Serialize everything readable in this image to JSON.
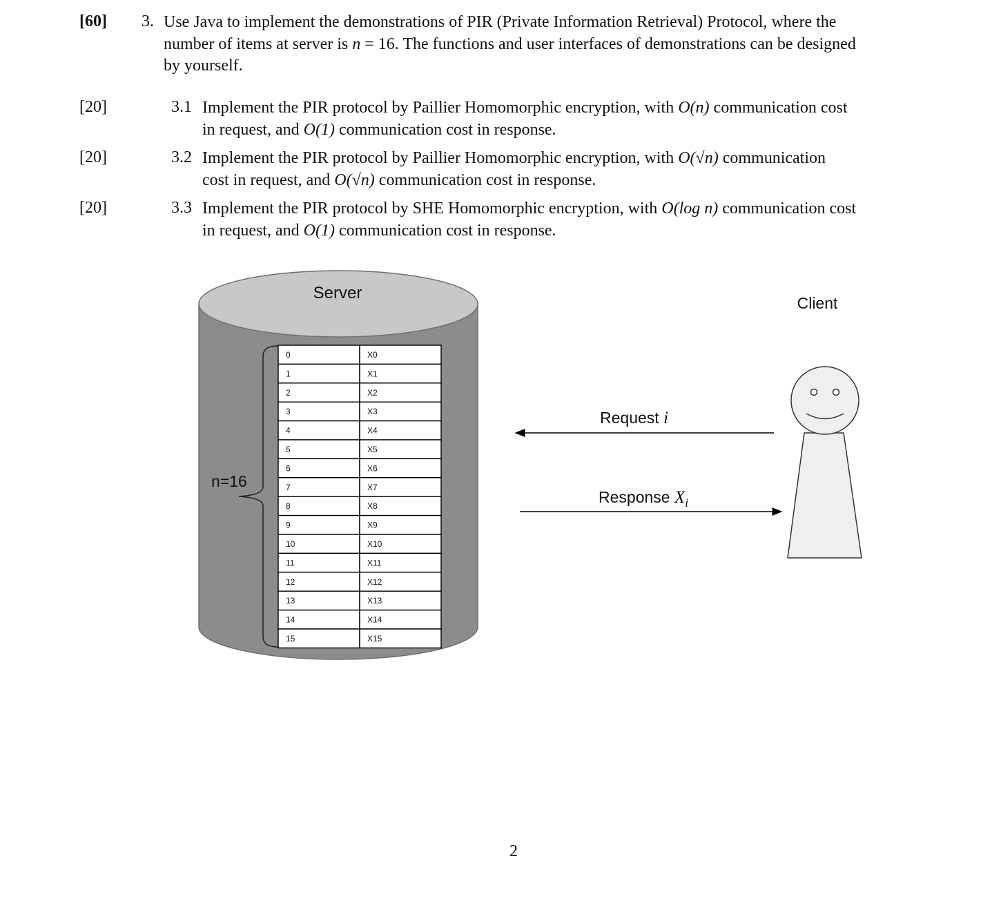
{
  "question": {
    "marks": "[60]",
    "number": "3.",
    "line1": "Use Java to implement the demonstrations of PIR (Private Information Retrieval) Protocol, where the",
    "line2a": "number of items at server is ",
    "line2_n": "n",
    "line2b": " = 16. The functions and user interfaces of demonstrations can be designed",
    "line3": "by yourself."
  },
  "subquestions": [
    {
      "marks": "[20]",
      "number": "3.1",
      "a": "Implement the PIR protocol by Paillier Homomorphic encryption, with ",
      "c1": "O(n)",
      "b": " communication cost",
      "d": "in request, and ",
      "c2": "O(1)",
      "e": " communication cost in response."
    },
    {
      "marks": "[20]",
      "number": "3.2",
      "a": "Implement the PIR protocol by Paillier Homomorphic encryption, with ",
      "c1": "O(√n)",
      "b": " communication",
      "d": "cost in request, and ",
      "c2": "O(√n)",
      "e": " communication cost in response."
    },
    {
      "marks": "[20]",
      "number": "3.3",
      "a": "Implement the PIR protocol by SHE Homomorphic encryption, with ",
      "c1": "O(log n)",
      "b": " communication cost",
      "d": "in request, and ",
      "c2": "O(1)",
      "e": " communication cost in response."
    }
  ],
  "diagram": {
    "server_label": "Server",
    "client_label": "Client",
    "n_label": "n=16",
    "request_label": "Request ",
    "request_var": "i",
    "response_label": "Response ",
    "response_var": "X",
    "response_sub": "i",
    "table": [
      [
        "0",
        "X0"
      ],
      [
        "1",
        "X1"
      ],
      [
        "2",
        "X2"
      ],
      [
        "3",
        "X3"
      ],
      [
        "4",
        "X4"
      ],
      [
        "5",
        "X5"
      ],
      [
        "6",
        "X6"
      ],
      [
        "7",
        "X7"
      ],
      [
        "8",
        "X8"
      ],
      [
        "9",
        "X9"
      ],
      [
        "10",
        "X10"
      ],
      [
        "11",
        "X11"
      ],
      [
        "12",
        "X12"
      ],
      [
        "13",
        "X13"
      ],
      [
        "14",
        "X14"
      ],
      [
        "15",
        "X15"
      ]
    ],
    "colors": {
      "cylinder_body": "#8c8c8c",
      "cylinder_top": "#c8c8c8",
      "person_fill": "#efefef"
    }
  },
  "page_number": "2"
}
